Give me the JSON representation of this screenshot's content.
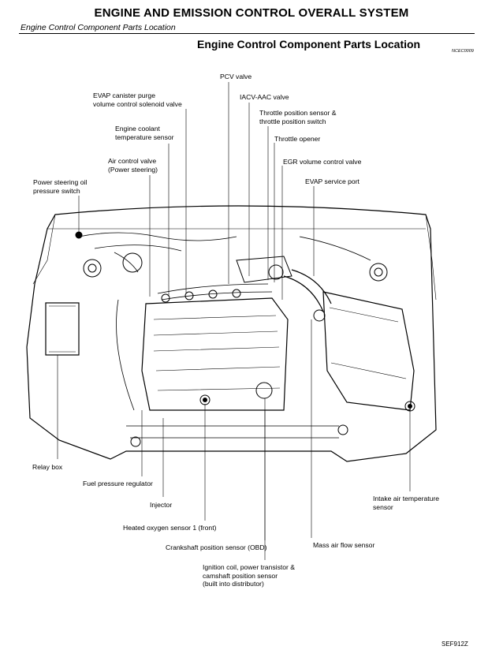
{
  "header": {
    "title": "ENGINE AND EMISSION CONTROL OVERALL SYSTEM",
    "subtitle": "Engine Control Component Parts Location"
  },
  "section": {
    "title": "Engine Control Component Parts Location",
    "code": "NCEC0009"
  },
  "figure_code": "SEF912Z",
  "labels": {
    "pcv_valve": "PCV valve",
    "evap_purge": "EVAP canister purge\nvolume control solenoid valve",
    "iacv_aac": "IACV-AAC valve",
    "throttle_position": "Throttle position sensor &\nthrottle position switch",
    "coolant_temp": "Engine coolant\ntemperature sensor",
    "throttle_opener": "Throttle opener",
    "air_control": "Air control valve\n(Power steering)",
    "egr_volume": "EGR volume control valve",
    "ps_oil_switch": "Power steering oil\npressure switch",
    "evap_service": "EVAP service port",
    "relay_box": "Relay box",
    "fuel_pressure": "Fuel pressure regulator",
    "injector": "Injector",
    "intake_air_temp": "Intake air temperature\nsensor",
    "ho2s": "Heated oxygen sensor 1 (front)",
    "crankshaft": "Crankshaft position sensor (OBD)",
    "maf": "Mass air flow sensor",
    "ignition_coil": "Ignition coil, power transistor &\ncamshaft position sensor\n(built into distributor)"
  }
}
